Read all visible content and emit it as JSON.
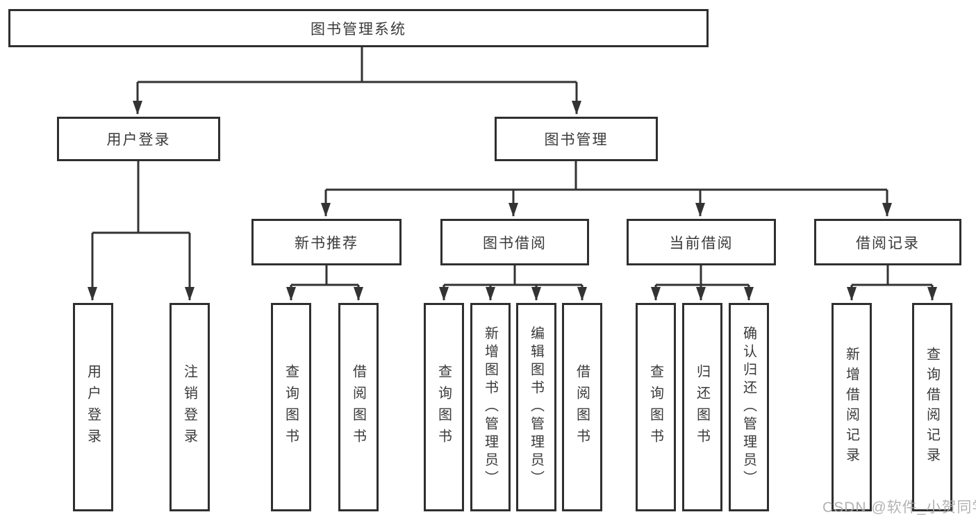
{
  "colors": {
    "line": "#333333",
    "box_border": "#2f2f2f",
    "text": "#3a3a3a",
    "watermark": "#aaaaaa",
    "background": "#ffffff"
  },
  "diagram": {
    "root": {
      "label": "图书管理系统"
    },
    "level2": [
      {
        "label": "用户登录"
      },
      {
        "label": "图书管理"
      }
    ],
    "level3": [
      {
        "label": "新书推荐"
      },
      {
        "label": "图书借阅"
      },
      {
        "label": "当前借阅"
      },
      {
        "label": "借阅记录"
      }
    ],
    "leaves": {
      "user_login": [
        "用户登录",
        "注销登录"
      ],
      "new_book": [
        "查询图书",
        "借阅图书"
      ],
      "book_borrow": [
        "查询图书",
        "新增图书（管理员）",
        "编辑图书（管理员）",
        "借阅图书"
      ],
      "current_borrow": [
        "查询图书",
        "归还图书",
        "确认归还（管理员）"
      ],
      "borrow_record": [
        "新增借阅记录",
        "查询借阅记录"
      ]
    }
  },
  "watermark": {
    "text": "CSDN @软件_小贺同学"
  }
}
